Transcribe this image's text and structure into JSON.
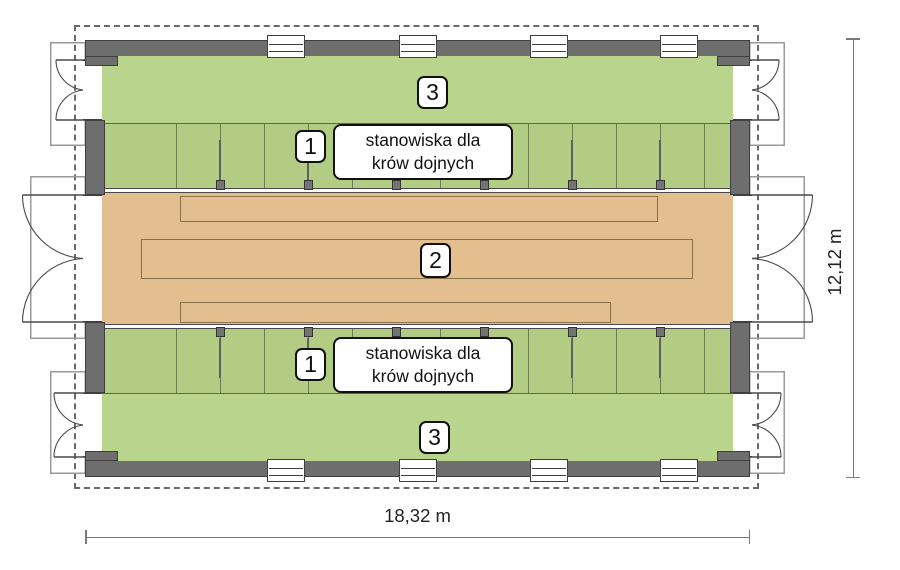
{
  "zones": {
    "walkway_top": {
      "number": "3"
    },
    "stalls_top": {
      "number": "1",
      "label_line1": "stanowiska dla",
      "label_line2": "krów dojnych"
    },
    "feed_alley": {
      "number": "2"
    },
    "stalls_bottom": {
      "number": "1",
      "label_line1": "stanowiska dla",
      "label_line2": "krów dojnych"
    },
    "walkway_bottom": {
      "number": "3"
    }
  },
  "dimensions": {
    "width": "18,32 m",
    "height": "12,12 m"
  },
  "colors": {
    "wall": "#6e6e6e",
    "walkway": "#b9d48d",
    "stall": "#b2cd83",
    "tan": "#e3bf8f",
    "divider": "#6e7e4e",
    "post": "#737373",
    "dark": "#3f3f3f",
    "dim": "#7a7a7a",
    "boxborder": "#111111"
  }
}
